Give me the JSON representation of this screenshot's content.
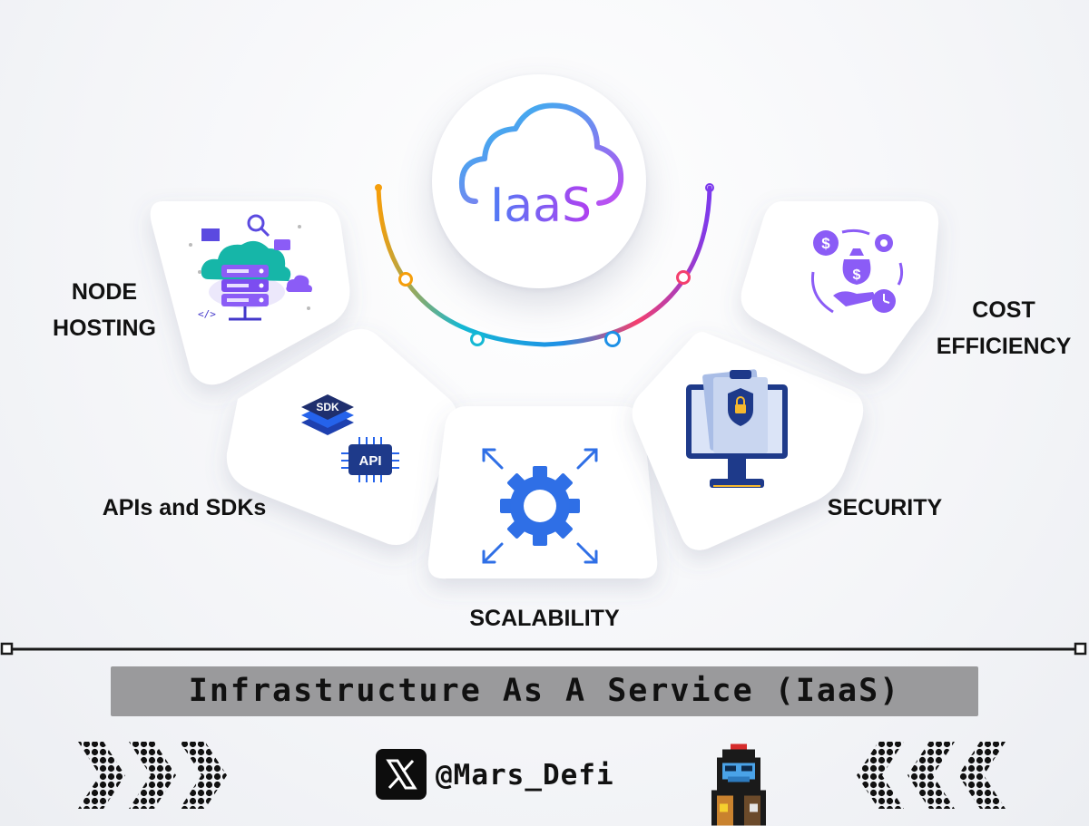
{
  "hub": {
    "logo_text": "IaaS"
  },
  "features": {
    "node_hosting": {
      "line1": "NODE",
      "line2": "HOSTING",
      "icon": "server-cloud-icon"
    },
    "apis_sdks": {
      "label": "APIs and SDKs",
      "sdk_badge": "SDK",
      "api_badge": "API",
      "icon": "api-sdk-icon"
    },
    "scalability": {
      "label": "SCALABILITY",
      "icon": "gear-expand-icon"
    },
    "security": {
      "label": "SECURITY",
      "icon": "secure-monitor-icon"
    },
    "cost_efficiency": {
      "line1": "COST",
      "line2": "EFFICIENCY",
      "icon": "money-cycle-icon"
    }
  },
  "title": "Infrastructure As A Service (IaaS)",
  "footer": {
    "handle": "@Mars_Defi",
    "social_icon": "x-icon"
  },
  "colors": {
    "arc_orange": "#f59e0b",
    "arc_cyan": "#14b8d4",
    "arc_blue": "#1e90e6",
    "arc_pink": "#f43f6e",
    "arc_purple": "#7c3aed",
    "icon_purple": "#8b5cf6",
    "icon_blue": "#2563eb",
    "title_bar": "#9a9a9c"
  }
}
